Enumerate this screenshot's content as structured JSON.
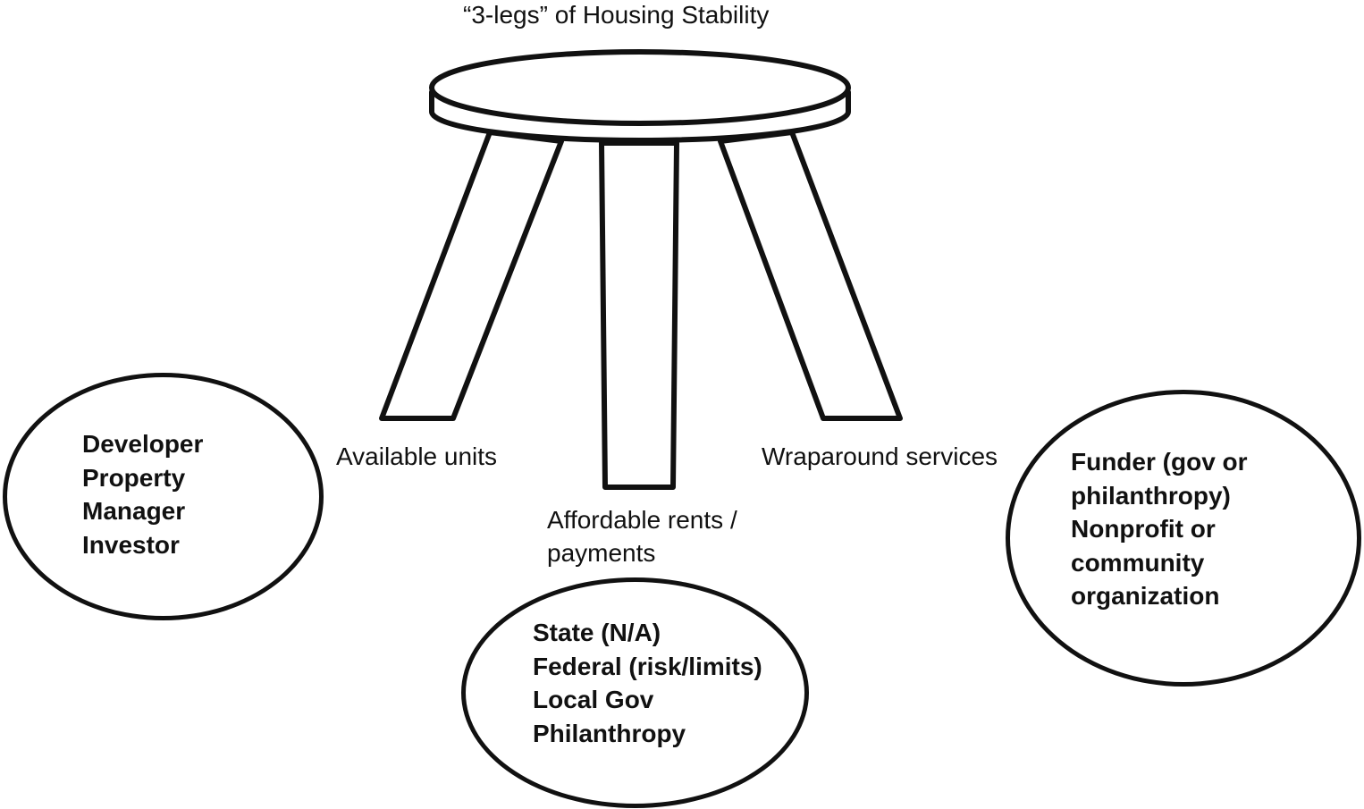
{
  "title": "“3-legs” of Housing Stability",
  "legs": {
    "left": "Available units",
    "center_line1": "Affordable rents /",
    "center_line2": "payments",
    "right": "Wraparound services"
  },
  "groups": {
    "left": [
      "Developer",
      "Property",
      "Manager",
      "Investor"
    ],
    "center": [
      "State (N/A)",
      "Federal (risk/limits)",
      "Local Gov",
      "Philanthropy"
    ],
    "right": [
      "Funder (gov or",
      "philanthropy)",
      "Nonprofit or",
      "community",
      "organization"
    ]
  },
  "colors": {
    "line": "#111111",
    "background": "#ffffff"
  }
}
